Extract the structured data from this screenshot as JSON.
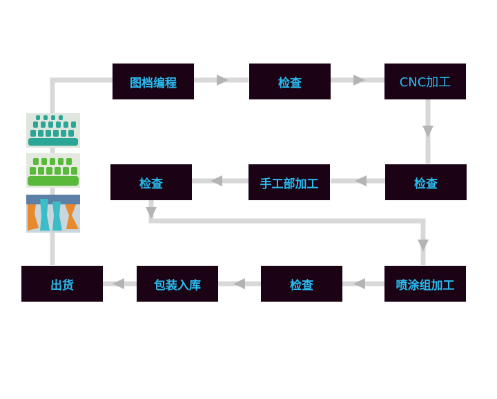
{
  "diagram": {
    "steps": [
      {
        "id": "design",
        "label": "图档编程"
      },
      {
        "id": "check1",
        "label": "检查"
      },
      {
        "id": "cnc",
        "label": "CNC加工"
      },
      {
        "id": "check2",
        "label": "检查"
      },
      {
        "id": "hand",
        "label": "手工部加工"
      },
      {
        "id": "check3",
        "label": "检查"
      },
      {
        "id": "spray",
        "label": "喷涂组加工"
      },
      {
        "id": "check4",
        "label": "检查"
      },
      {
        "id": "pack",
        "label": "包装入库"
      },
      {
        "id": "ship",
        "label": "出货"
      }
    ],
    "colors": {
      "box_fill": "#1b0315",
      "box_text": "#29bcef",
      "connector": "#d8d8d8",
      "arrowhead": "#b4b4b4"
    },
    "photos": [
      {
        "name": "teal-parts-photo",
        "colors": [
          "#2aa596",
          "#dfe6de"
        ]
      },
      {
        "name": "green-parts-photo",
        "colors": [
          "#58b93a",
          "#e3eadd"
        ]
      },
      {
        "name": "orange-teal-parts-photo",
        "colors": [
          "#e8892b",
          "#3bbcc6"
        ]
      }
    ]
  }
}
